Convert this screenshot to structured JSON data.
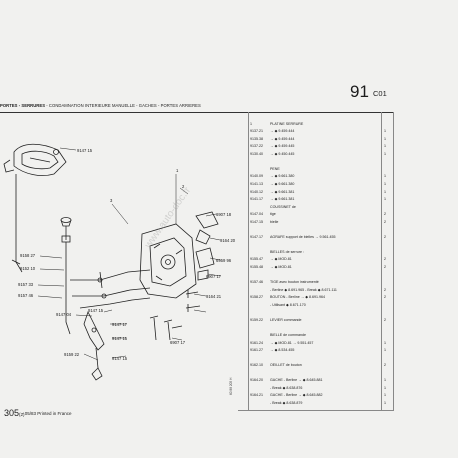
{
  "header": {
    "section_title": "PORTES - SERRURES",
    "section_subtitle": " - CONDAMNATION INTERIEURE MANUELLE - GACHES - PORTES ARRIERES",
    "group_number": "91",
    "page_code": "C01"
  },
  "illustration": {
    "callouts": {
      "c1": "1",
      "c2": "2",
      "c3": "3",
      "c9147_15a": "9147 15",
      "c9158_27": "9158 27",
      "c9152_10": "9152 10",
      "c9157_33": "9157 33",
      "c9157_46": "9157 46",
      "c9147_04": "9147 04",
      "c9159_22": "9159 22",
      "c9147_15b": "9147 15",
      "c9147_17": "9147 17",
      "c9147_15c": "9147 15",
      "c9147_15d": "9147 15",
      "c6907_18": "6907 18",
      "c9164_20": "9164 20",
      "c6959_96": "6959 96",
      "c6907_17": "6907 17",
      "c9164_21": "9164 21",
      "c6907_17b": "6907 17"
    }
  },
  "parts_table": {
    "rows": [
      {
        "idx": "",
        "ref": "",
        "desc": "",
        "qty": ""
      },
      {
        "idx": "",
        "ref": "1",
        "desc": "PLATINE SERRURE",
        "qty": ""
      },
      {
        "idx": "",
        "ref": "9137.21",
        "desc": "→ ◆ 9.459.444",
        "qty": "1"
      },
      {
        "idx": "",
        "ref": "9135.38",
        "desc": "→ ◆ 9.459.444",
        "qty": "1"
      },
      {
        "idx": "",
        "ref": "9137.22",
        "desc": "→ ◆ 9.459.445",
        "qty": "1"
      },
      {
        "idx": "",
        "ref": "9130.40",
        "desc": "→ ◆ 9.450.445",
        "qty": "1"
      },
      {
        "idx": "",
        "ref": "",
        "desc": "",
        "qty": ""
      },
      {
        "idx": "",
        "ref": "",
        "desc": "PENE",
        "qty": ""
      },
      {
        "idx": "",
        "ref": "9140.09",
        "desc": "→ ◆ 9.661.380",
        "qty": "1"
      },
      {
        "idx": "",
        "ref": "9141.13",
        "desc": "→ ◆ 9.661.380",
        "qty": "1"
      },
      {
        "idx": "",
        "ref": "9140.12",
        "desc": "→ ◆ 9.661.381",
        "qty": "1"
      },
      {
        "idx": "",
        "ref": "9141.17",
        "desc": "→ ◆ 9.661.381",
        "qty": "1"
      },
      {
        "idx": "",
        "ref": "",
        "desc": "COUSSINET de",
        "qty": ""
      },
      {
        "idx": "",
        "ref": "9147.04",
        "desc": "tige",
        "qty": "2"
      },
      {
        "idx": "",
        "ref": "9147.15",
        "desc": "bielle",
        "qty": "2"
      },
      {
        "idx": "",
        "ref": "",
        "desc": "",
        "qty": ""
      },
      {
        "idx": "",
        "ref": "9147.17",
        "desc": "AGRAFE support de bielles → 9.561.455",
        "qty": "2"
      },
      {
        "idx": "",
        "ref": "",
        "desc": "",
        "qty": ""
      },
      {
        "idx": "",
        "ref": "",
        "desc": "BIELLES de serrure :",
        "qty": ""
      },
      {
        "idx": "",
        "ref": "9155.47",
        "desc": "→ ◆ MOD.81",
        "qty": "2"
      },
      {
        "idx": "",
        "ref": "9155.48",
        "desc": "→ ◆ MOD.81",
        "qty": "2"
      },
      {
        "idx": "",
        "ref": "",
        "desc": "",
        "qty": ""
      },
      {
        "idx": "",
        "ref": "9157.46",
        "desc": "TIGE avec bouton instrumenté",
        "qty": ""
      },
      {
        "idx": "",
        "ref": "",
        "desc": "- Berline ◆ 8.691.965 - Break ◆ 8.671.111",
        "qty": "2"
      },
      {
        "idx": "",
        "ref": "9158.27",
        "desc": "BOUTON - Berline → ◆ 8.691.964",
        "qty": "2"
      },
      {
        "idx": "",
        "ref": "",
        "desc": "- Utilisant ◆ 8.671.170",
        "qty": ""
      },
      {
        "idx": "",
        "ref": "",
        "desc": "",
        "qty": ""
      },
      {
        "idx": "",
        "ref": "9159.22",
        "desc": "LEVIER commande",
        "qty": "2"
      },
      {
        "idx": "",
        "ref": "",
        "desc": "",
        "qty": ""
      },
      {
        "idx": "",
        "ref": "",
        "desc": "BIELLE de commande",
        "qty": ""
      },
      {
        "idx": "",
        "ref": "9161.24",
        "desc": "→ ◆ MOD.81 → 9.551.457",
        "qty": "1"
      },
      {
        "idx": "",
        "ref": "9161.27",
        "desc": "→ ◆ 8.534.455",
        "qty": "1"
      },
      {
        "idx": "",
        "ref": "",
        "desc": "",
        "qty": ""
      },
      {
        "idx": "",
        "ref": "9162.10",
        "desc": "OEILLET de bouton",
        "qty": "2"
      },
      {
        "idx": "",
        "ref": "",
        "desc": "",
        "qty": ""
      },
      {
        "idx": "",
        "ref": "9164.20",
        "desc": "GACHE - Berline → ◆ 8.645.881",
        "qty": "1"
      },
      {
        "idx": "",
        "ref": "",
        "desc": "- Break ◆ 8.638.876",
        "qty": "1"
      },
      {
        "idx": "",
        "ref": "9164.21",
        "desc": "GACHE - Berline → ◆ 8.645.882",
        "qty": "1"
      },
      {
        "idx": "",
        "ref": "",
        "desc": "- Break ◆ 8.638.879",
        "qty": "1"
      }
    ]
  },
  "footer": {
    "page_number": "305",
    "page_suffix": "(2)",
    "printed": " - 05/83 Printed in France"
  },
  "side_code": "60 88  205  H",
  "watermark": "www.auto-doc.fr"
}
